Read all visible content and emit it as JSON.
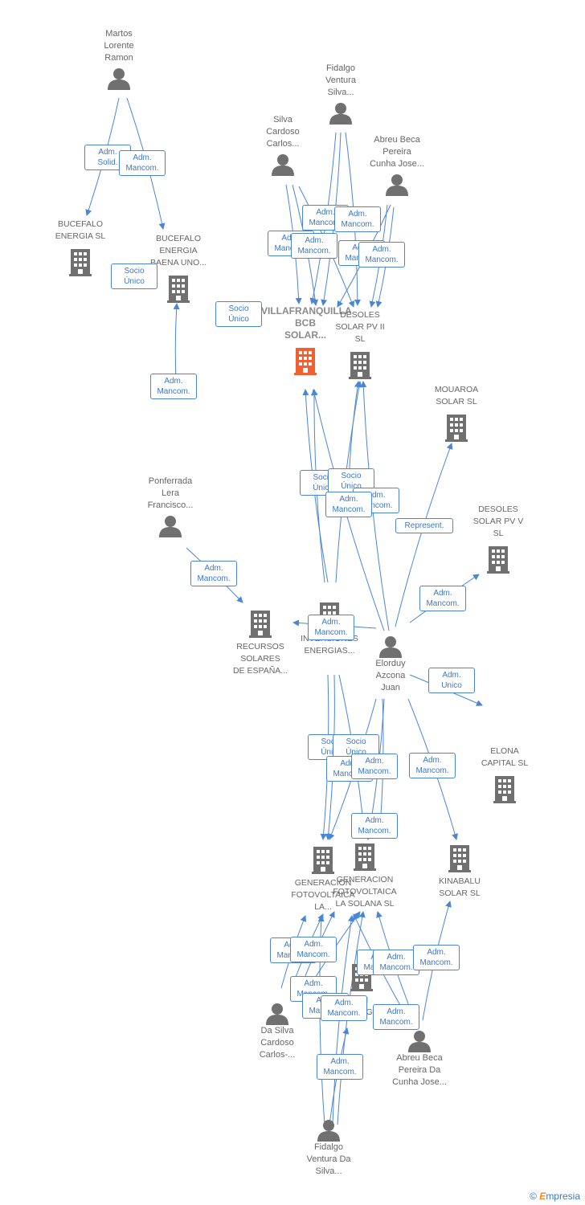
{
  "colors": {
    "line": "#4a86d4",
    "node": "#707070",
    "main": "#f06030",
    "badge_text": "#3c78c8"
  },
  "people": [
    {
      "id": "martos",
      "label": "Martos\nLorente\nRamon"
    },
    {
      "id": "fidalgo1",
      "label": "Fidalgo\nVentura\nSilva..."
    },
    {
      "id": "silva1",
      "label": "Silva\nCardoso\nCarlos..."
    },
    {
      "id": "abreu1",
      "label": "Abreu Beca\nPereira\nCunha Jose..."
    },
    {
      "id": "ponferrada",
      "label": "Ponferrada\nLera\nFrancisco..."
    },
    {
      "id": "elorduy",
      "label": "Elorduy\nAzcona\nJuan"
    },
    {
      "id": "dasilva",
      "label": "Da Silva\nCardoso\nCarlos-..."
    },
    {
      "id": "abreu2",
      "label": "Abreu Beca\nPereira Da\nCunha Jose..."
    },
    {
      "id": "fidalgo2",
      "label": "Fidalgo\nVentura Da\nSilva..."
    }
  ],
  "companies": [
    {
      "id": "bucefalo",
      "label": "BUCEFALO\nENERGIA  SL"
    },
    {
      "id": "bucefalo_baena",
      "label": "BUCEFALO\nENERGIA\nBAENA UNO..."
    },
    {
      "id": "villafranquilla",
      "label": "VILLAFRANQUILLA\nBCB\nSOLAR...",
      "main": true
    },
    {
      "id": "desoles2",
      "label": "DESOLES\nSOLAR PV II\nSL"
    },
    {
      "id": "mouaroa",
      "label": "MOUAROA\nSOLAR  SL"
    },
    {
      "id": "desoles5",
      "label": "DESOLES\nSOLAR PV V\nSL"
    },
    {
      "id": "recursos",
      "label": "RECURSOS\nSOLARES\nDE ESPAÑA..."
    },
    {
      "id": "inversiones",
      "label": "INVERSIONES\nENERGIAS..."
    },
    {
      "id": "elona",
      "label": "ELONA\nCAPITAL  SL"
    },
    {
      "id": "gen_la",
      "label": "GENERACION\nFOTOVOLTAICA\nLA..."
    },
    {
      "id": "gen_solana",
      "label": "GENERACION\nFOTOVOLTAICA\nLA SOLANA  SL"
    },
    {
      "id": "kinabalu",
      "label": "KINABALU\nSOLAR  SL"
    },
    {
      "id": "um_energia",
      "label": "UM\nENERGIA"
    }
  ],
  "badges": [
    {
      "text": "Adm.\nSolid."
    },
    {
      "text": "Adm.\nMancom."
    },
    {
      "text": "Socio\nÚnico"
    },
    {
      "text": "Socio\nÚnico"
    },
    {
      "text": "Adm.\nMancom."
    },
    {
      "text": "Adm.\nMancom."
    },
    {
      "text": "Adm.\nMancom."
    },
    {
      "text": "Adm.\nMancom."
    },
    {
      "text": "Adm.\nMancom."
    },
    {
      "text": "Adm.\nMancom."
    },
    {
      "text": "Adm.\nMancom."
    },
    {
      "text": "Adm.\nMancom."
    },
    {
      "text": "Socio\nÚnico"
    },
    {
      "text": "Socio\nÚnico"
    },
    {
      "text": "Adm.\nMancom."
    },
    {
      "text": "Adm.\nMancom."
    },
    {
      "text": "Represent."
    },
    {
      "text": "Adm.\nMancom."
    },
    {
      "text": "Adm.\nMancom."
    },
    {
      "text": "Adm.\nUnico"
    },
    {
      "text": "Socio\nÚnico"
    },
    {
      "text": "Socio\nÚnico"
    },
    {
      "text": "Adm.\nMancom."
    },
    {
      "text": "Adm.\nMancom."
    },
    {
      "text": "Adm.\nMancom."
    },
    {
      "text": "Adm.\nMancom."
    },
    {
      "text": "Adm.\nMancom."
    },
    {
      "text": "Adm.\nMancom."
    },
    {
      "text": "Adm.\nMancom."
    },
    {
      "text": "Adm.\nMancom."
    },
    {
      "text": "Adm.\nMancom."
    },
    {
      "text": "Adm.\nMancom."
    },
    {
      "text": "Adm.\nMancom."
    },
    {
      "text": "Adm.\nMancom."
    },
    {
      "text": "Adm.\nMancom."
    },
    {
      "text": "Adm.\nMancom."
    }
  ],
  "footer": {
    "copyright": "©",
    "brand_first": "E",
    "brand_rest": "mpresia"
  }
}
